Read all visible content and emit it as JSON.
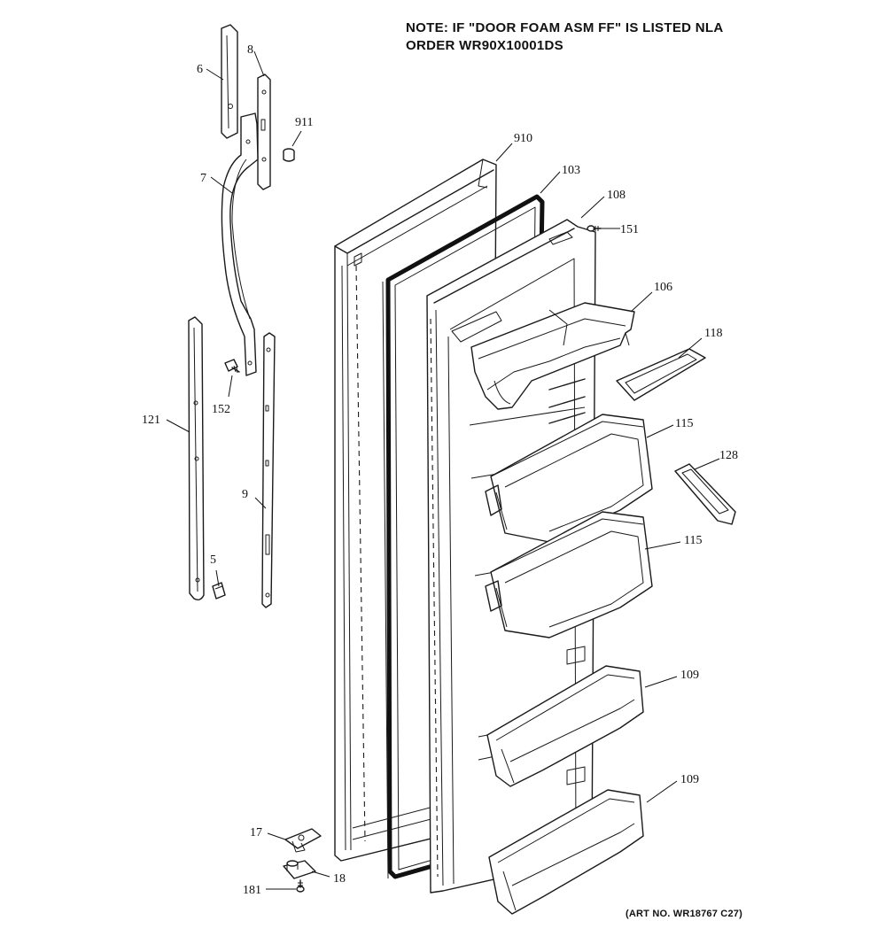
{
  "note": {
    "line1": "NOTE: IF \"DOOR FOAM ASM FF\" IS LISTED NLA",
    "line2": "ORDER WR90X10001DS"
  },
  "art_number": "(ART NO. WR18767 C27)",
  "callouts": {
    "c6": "6",
    "c8": "8",
    "c911": "911",
    "c7": "7",
    "c910": "910",
    "c103": "103",
    "c108": "108",
    "c151": "151",
    "c106": "106",
    "c118": "118",
    "c152": "152",
    "c121": "121",
    "c115a": "115",
    "c128": "128",
    "c9": "9",
    "c115b": "115",
    "c5": "5",
    "c109a": "109",
    "c109b": "109",
    "c17": "17",
    "c18": "18",
    "c181": "181"
  }
}
